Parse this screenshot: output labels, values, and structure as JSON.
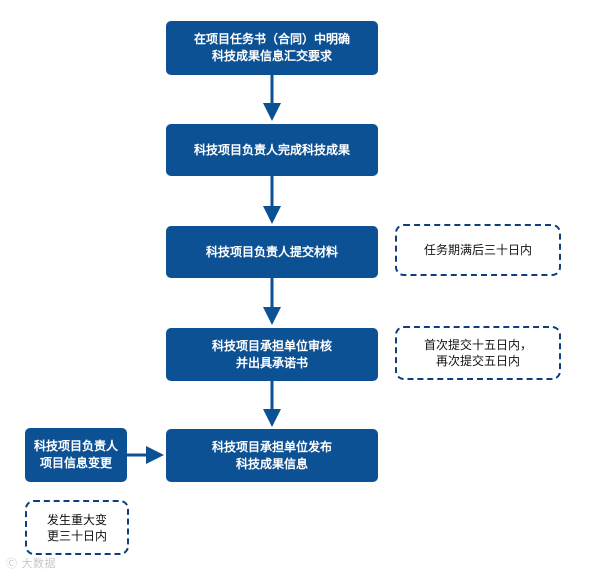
{
  "flow": {
    "step1": "在项目任务书（合同）中明确\n科技成果信息汇交要求",
    "step2": "科技项目负责人完成科技成果",
    "step3": "科技项目负责人提交材料",
    "step4": "科技项目承担单位审核\n并出具承诺书",
    "step5": "科技项目承担单位发布\n科技成果信息",
    "side_step": "科技项目负责人\n项目信息变更"
  },
  "notes": {
    "note1": "任务期满后三十日内",
    "note2": "首次提交十五日内，\n再次提交五日内",
    "note3": "发生重大变\n更三十日内"
  },
  "colors": {
    "box_fill": "#0d5195",
    "arrow": "#0d5195",
    "note_border": "#0d3f7a"
  },
  "watermark": "Ⓒ 大数据"
}
